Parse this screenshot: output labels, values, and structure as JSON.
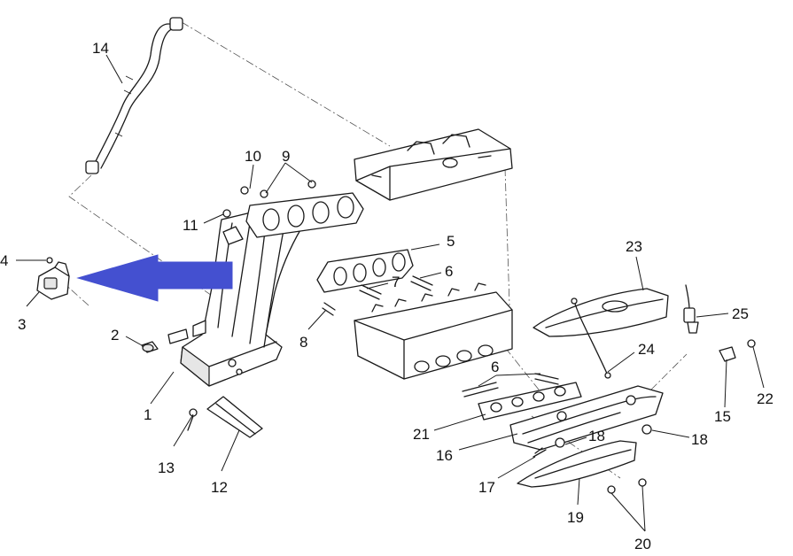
{
  "callouts": {
    "c1": "1",
    "c2": "2",
    "c3": "3",
    "c4": "4",
    "c5": "5",
    "c6a": "6",
    "c6b": "6",
    "c7": "7",
    "c8": "8",
    "c9": "9",
    "c10": "10",
    "c11": "11",
    "c12": "12",
    "c13": "13",
    "c14": "14",
    "c15": "15",
    "c16": "16",
    "c17": "17",
    "c18a": "18",
    "c18b": "18",
    "c19": "19",
    "c20": "20",
    "c21": "21",
    "c22": "22",
    "c23": "23",
    "c24": "24",
    "c25": "25"
  },
  "colors": {
    "arrow": "#4450d0",
    "line": "#1a1a1a",
    "background": "#ffffff"
  }
}
